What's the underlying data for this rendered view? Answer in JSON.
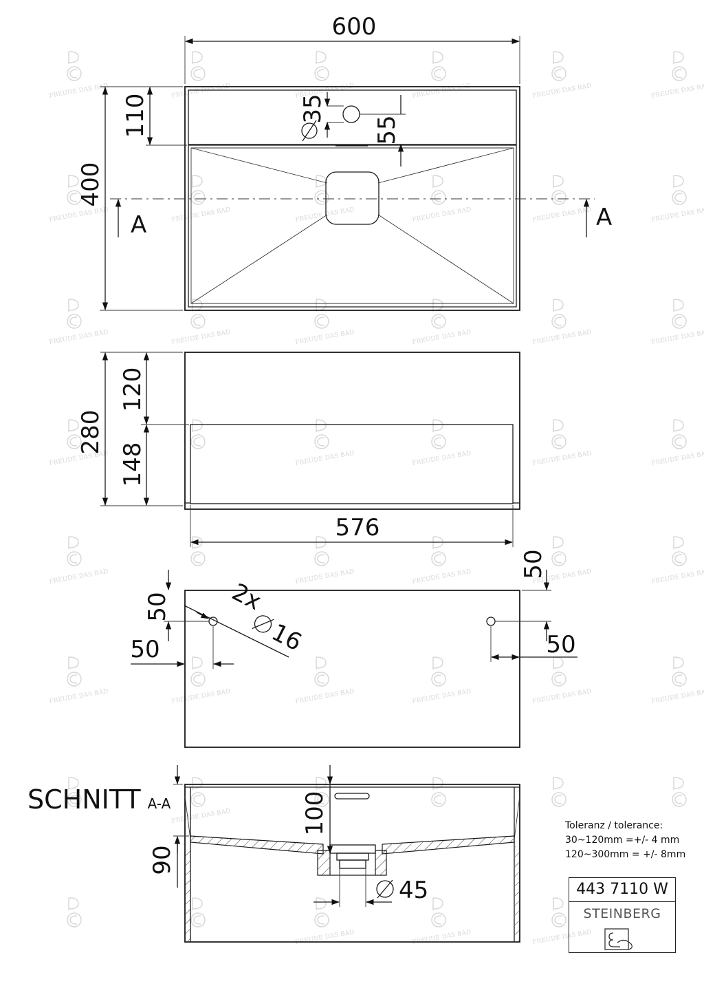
{
  "top_view": {
    "width": "600",
    "depth": "400",
    "shelf_depth": "110",
    "tap_hole": "35",
    "tap_offset": "55",
    "section_mark": "A"
  },
  "front_view": {
    "height": "280",
    "upper": "120",
    "lower": "148",
    "inner_width": "576"
  },
  "mounting_view": {
    "top_offset_left": "50",
    "side_offset_left": "50",
    "holes": "2x",
    "hole_diameter": "16",
    "top_offset_right": "50",
    "side_offset_right": "50"
  },
  "section": {
    "title": "SCHNITT",
    "subtitle": "A-A",
    "depth_100": "100",
    "depth_90": "90",
    "drain_diameter": "45"
  },
  "tolerance": {
    "heading": "Toleranz / tolerance:",
    "line1": "30~120mm =+/- 4 mm",
    "line2": "120~300mm = +/- 8mm"
  },
  "title_block": {
    "article_number": "443 7110 W",
    "brand": "STEINBERG"
  },
  "watermark": {
    "text": "FREUDE DAS BAD"
  }
}
